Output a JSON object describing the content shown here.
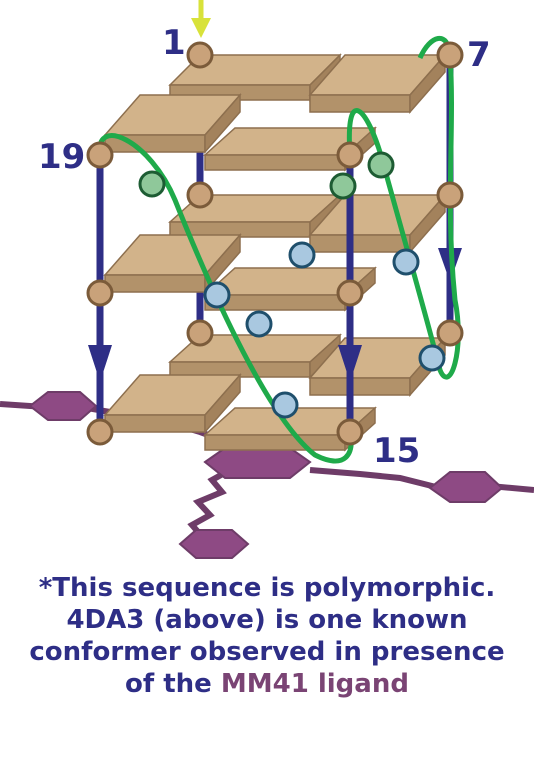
{
  "colors": {
    "strand_arrow": "#2e2e86",
    "loop": "#1faa4a",
    "plate_top": "#d2b38a",
    "plate_side": "#b2926a",
    "node": "#c9a27a",
    "ligand": "#8e4a84",
    "ligand_linker": "#6e3c68",
    "dark_bead": "#8fc89a",
    "light_bead": "#a9c8e0",
    "start_arrow": "#d8e23a",
    "text": "#2e2e86",
    "text_highlight": "#7a4474"
  },
  "diagram": {
    "labels": {
      "residue_1": "1",
      "residue_7": "7",
      "residue_19": "19",
      "residue_15": "15"
    }
  },
  "caption": {
    "line1": "*This sequence is polymorphic.",
    "line2": "4DA3 (above) is one known",
    "line3": "conformer observed in presence",
    "line4_prefix": "of the ",
    "line4_highlight": "MM41 ligand"
  }
}
